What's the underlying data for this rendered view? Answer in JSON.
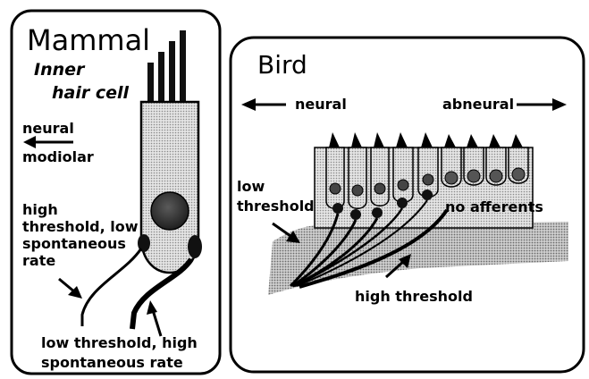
{
  "mammal": {
    "title": "Mammal",
    "cell_line1": "Inner",
    "cell_line2": "hair cell",
    "dir_neural": "neural",
    "dir_modiolar": "modiolar",
    "high_line1": "high",
    "high_line2": "threshold, low",
    "high_line3": "spontaneous",
    "high_line4": "rate",
    "low_line1": "low threshold, high",
    "low_line2": "spontaneous rate"
  },
  "bird": {
    "title": "Bird",
    "neural": "neural",
    "abneural": "abneural",
    "low_line1": "low",
    "low_line2": "threshold",
    "no_afferents": "no afferents",
    "high_threshold": "high threshold"
  }
}
